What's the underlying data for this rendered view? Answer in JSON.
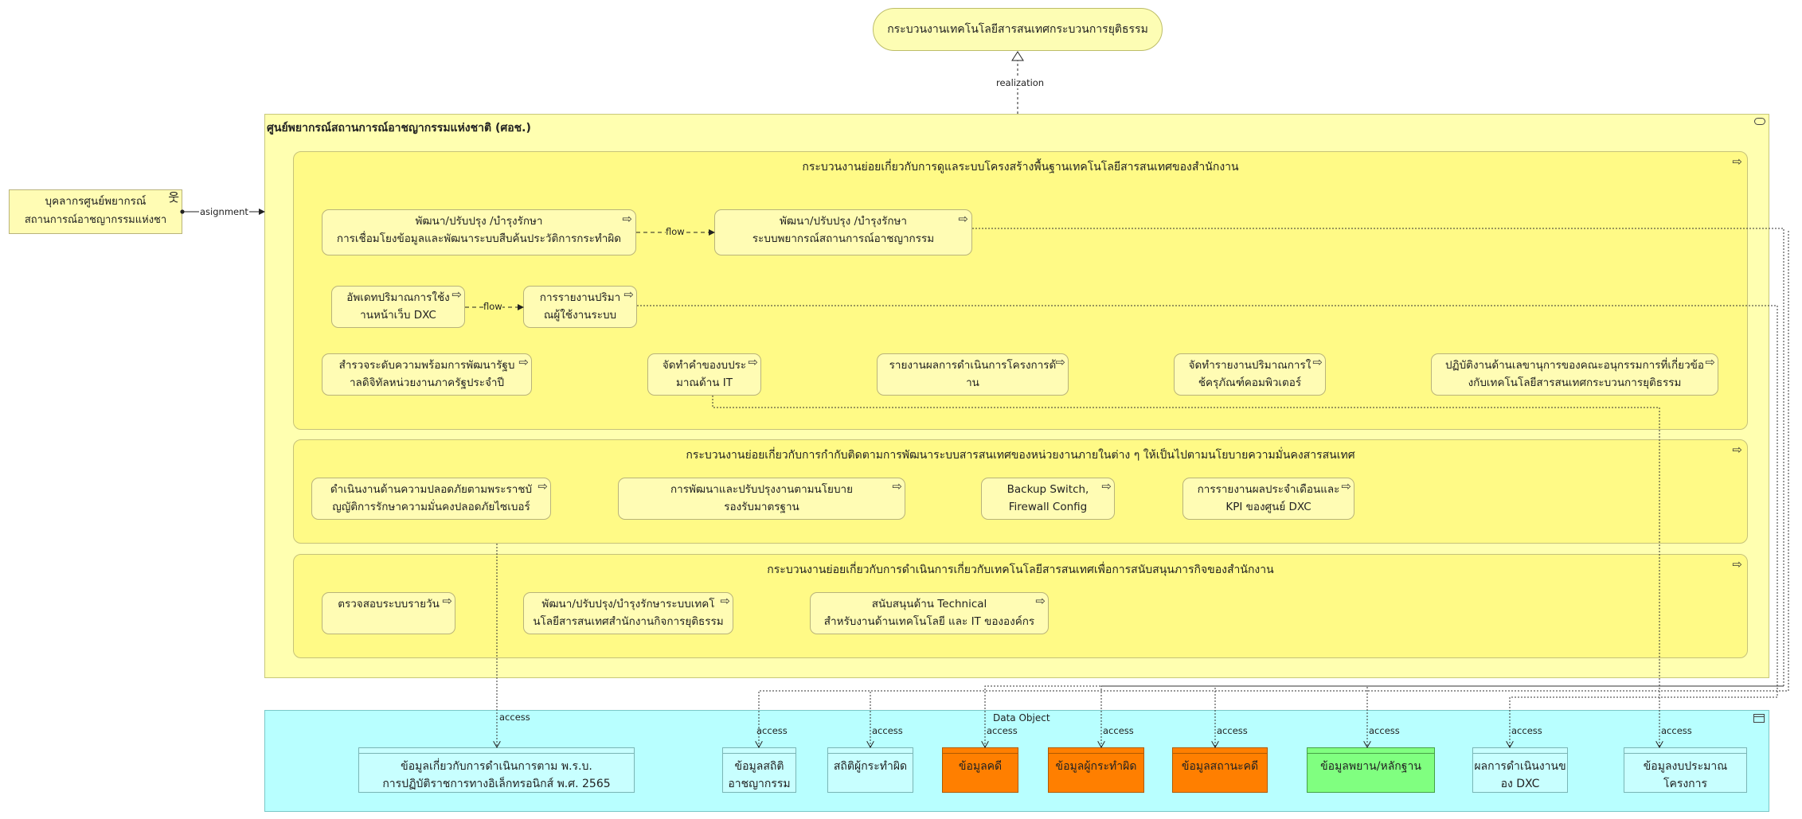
{
  "top_service": "กระบวนงานเทคโนโลยีสารสนเทศกระบวนการยุติธรรม",
  "realization_label": "realization",
  "main_group": {
    "title": "ศูนย์พยากรณ์สถานการณ์อาชญากรรมแห่งชาติ (ศอช.)"
  },
  "actor": {
    "line1": "บุคลากรศูนย์พยากรณ์",
    "line2": "สถานการณ์อาชญากรรมแห่งชา"
  },
  "assignment_label": "asignment",
  "sub1": {
    "title": "กระบวนงานย่อยเกี่ยวกับการดูแลระบบโครงสร้างพื้นฐานเทคโนโลยีสารสนเทศของสำนักงาน",
    "p1": {
      "l1": "พัฒนา/ปรับปรุง /บำรุงรักษา",
      "l2": "การเชื่อมโยงข้อมูลและพัฒนาระบบสืบค้นประวัติการกระทำผิด"
    },
    "p2": {
      "l1": "พัฒนา/ปรับปรุง /บำรุงรักษา",
      "l2": "ระบบพยากรณ์สถานการณ์อาชญากรรม"
    },
    "p3": {
      "l1": "อัพเดทปริมาณการใช้ง",
      "l2": "านหน้าเว็บ DXC"
    },
    "p4": {
      "l1": "การรายงานปริมา",
      "l2": "ณผู้ใช้งานระบบ"
    },
    "p5": {
      "l1": "สำรวจระดับความพร้อมการพัฒนารัฐบ",
      "l2": "าลดิจิทัลหน่วยงานภาครัฐประจำปี"
    },
    "p6": {
      "l1": "จัดทำคำของบประ",
      "l2": "มาณด้าน IT"
    },
    "p7": {
      "l1": "รายงานผลการดำเนินการโครงการด้",
      "l2": "าน"
    },
    "p8": {
      "l1": "จัดทำรายงานปริมาณการใ",
      "l2": "ช้ครุภัณฑ์คอมพิวเตอร์"
    },
    "p9": {
      "l1": "ปฏิบัติงานด้านเลขานุการของคณะอนุกรรมการที่เกี่ยวข้อ",
      "l2": "งกับเทคโนโลยีสารสนเทศกระบวนการยุติธรรม"
    },
    "flow1": "flow",
    "flow2": "flow"
  },
  "sub2": {
    "title": "กระบวนงานย่อยเกี่ยวกับการกำกับติดตามการพัฒนาระบบสารสนเทศของหน่วยงานภายในต่าง ๆ ให้เป็นไปตามนโยบายความมั่นคงสารสนเทศ",
    "p1": {
      "l1": "ดำเนินงานด้านความปลอดภัยตามพระราชบั",
      "l2": "ญญัติการรักษาความมั่นคงปลอดภัยไซเบอร์"
    },
    "p2": {
      "l1": "การพัฒนาและปรับปรุงงานตามนโยบาย",
      "l2": "รองรับมาตรฐาน"
    },
    "p3": {
      "l1": "Backup Switch,",
      "l2": "Firewall Config"
    },
    "p4": {
      "l1": "การรายงานผลประจำเดือนและ",
      "l2": "KPI ของศูนย์ DXC"
    }
  },
  "sub3": {
    "title": "กระบวนงานย่อยเกี่ยวกับการดำเนินการเกี่ยวกับเทคโนโลยีสารสนเทศเพื่อการสนับสนุนภารกิจของสำนักงาน",
    "p1": {
      "l1": "ตรวจสอบระบบรายวัน",
      "l2": ""
    },
    "p2": {
      "l1": "พัฒนา/ปรับปรุง/บำรุงรักษาระบบเทคโ",
      "l2": "นโลยีสารสนเทศสำนักงานกิจการยุติธรรม"
    },
    "p3": {
      "l1": "สนับสนุนด้าน Technical",
      "l2": "สำหรับงานด้านเทคโนโลยี และ IT ขององค์กร"
    }
  },
  "data_group": {
    "title": "Data Object"
  },
  "data_objects": {
    "d1": {
      "l1": "ข้อมูลเกี่ยวกับการดำเนินการตาม พ.ร.บ.",
      "l2": "การปฏิบัติราชการทางอิเล็กทรอนิกส์ พ.ศ. 2565"
    },
    "d2": {
      "l1": "ข้อมูลสถิติ",
      "l2": "อาชญากรรม"
    },
    "d3": {
      "l1": "สถิติผู้กระทำผิด",
      "l2": ""
    },
    "d4": {
      "l1": "ข้อมูลคดี",
      "l2": ""
    },
    "d5": {
      "l1": "ข้อมูลผู้กระทำผิด",
      "l2": ""
    },
    "d6": {
      "l1": "ข้อมูลสถานะคดี",
      "l2": ""
    },
    "d7": {
      "l1": "ข้อมูลพยาน/หลักฐาน",
      "l2": ""
    },
    "d8": {
      "l1": "ผลการดำเนินงานข",
      "l2": "อง DXC"
    },
    "d9": {
      "l1": "ข้อมูลงบประมาณ",
      "l2": "โครงการ"
    }
  },
  "access_label": "access",
  "colors": {
    "process_yellow": "#fffa86",
    "group_yellow": "#ffffb0",
    "data_cyan": "#b8ffff",
    "orange": "#ff7f00",
    "green": "#80ff80"
  }
}
